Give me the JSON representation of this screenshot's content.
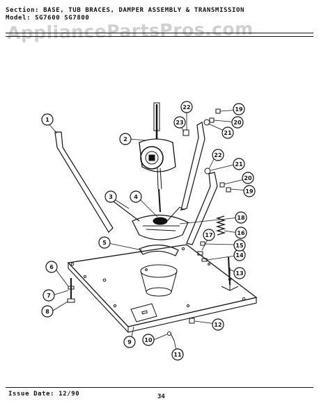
{
  "header": {
    "line1": "Section: BASE, TUB BRACES, DAMPER ASSEMBLY & TRANSMISSION",
    "line2": "Model: SG7600  SG7800"
  },
  "watermark": "AppliancePartsPros.com",
  "footer": {
    "issue_date": "Issue Date: 12/90",
    "page_number": "34"
  },
  "callouts": [
    "1",
    "2",
    "3",
    "4",
    "5",
    "6",
    "7",
    "8",
    "9",
    "10",
    "11",
    "12",
    "13",
    "14",
    "15",
    "16",
    "17",
    "18",
    "19",
    "20",
    "21",
    "22",
    "23",
    "19",
    "20",
    "21",
    "22"
  ]
}
